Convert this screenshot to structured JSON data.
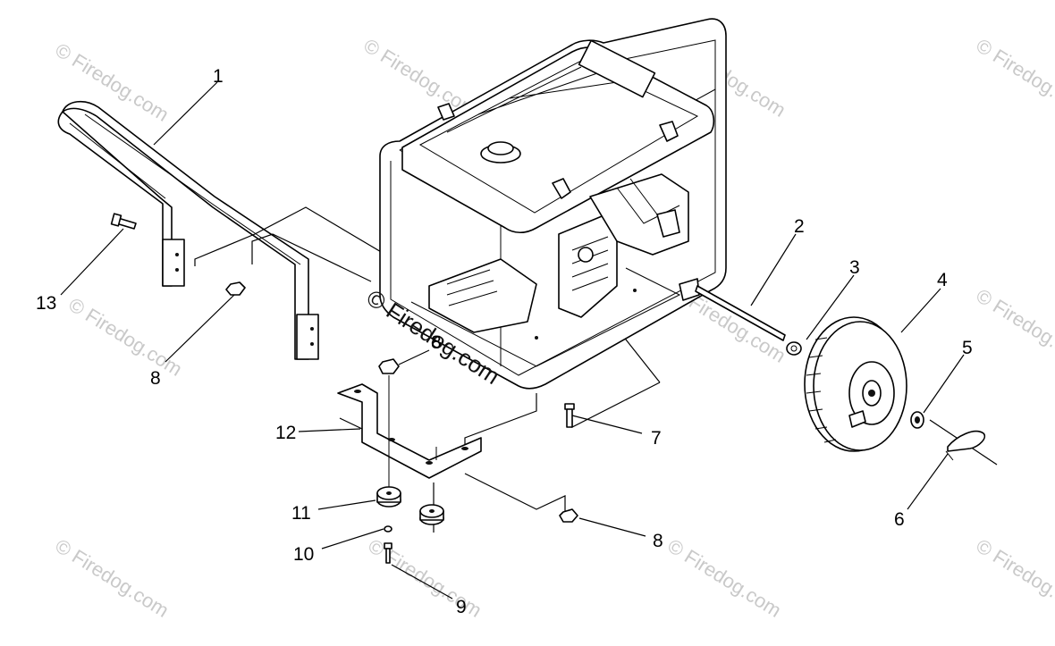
{
  "watermark": {
    "text": "© Firedog.com"
  },
  "callouts": [
    {
      "id": "1",
      "label": "1"
    },
    {
      "id": "2",
      "label": "2"
    },
    {
      "id": "3",
      "label": "3"
    },
    {
      "id": "4",
      "label": "4"
    },
    {
      "id": "5",
      "label": "5"
    },
    {
      "id": "6",
      "label": "6"
    },
    {
      "id": "7",
      "label": "7"
    },
    {
      "id": "8a",
      "label": "8"
    },
    {
      "id": "8b",
      "label": "8"
    },
    {
      "id": "8c",
      "label": "8"
    },
    {
      "id": "9",
      "label": "9"
    },
    {
      "id": "10",
      "label": "10"
    },
    {
      "id": "11",
      "label": "11"
    },
    {
      "id": "12",
      "label": "12"
    },
    {
      "id": "13",
      "label": "13"
    }
  ]
}
